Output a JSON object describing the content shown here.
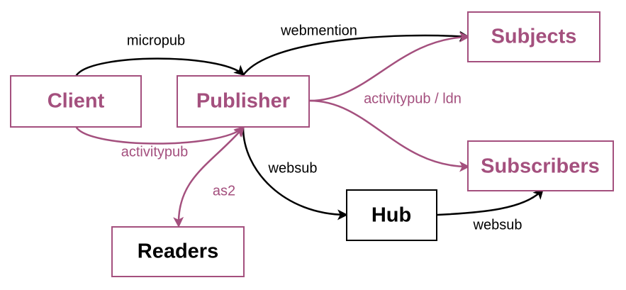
{
  "colors": {
    "accent": "#A4507E",
    "black": "#000000"
  },
  "nodes": {
    "client": {
      "label": "Client",
      "color": "#A4507E",
      "border": "#A4507E"
    },
    "publisher": {
      "label": "Publisher",
      "color": "#A4507E",
      "border": "#A4507E"
    },
    "subjects": {
      "label": "Subjects",
      "color": "#A4507E",
      "border": "#A4507E"
    },
    "subscribers": {
      "label": "Subscribers",
      "color": "#A4507E",
      "border": "#A4507E"
    },
    "hub": {
      "label": "Hub",
      "color": "#000000",
      "border": "#000000"
    },
    "readers": {
      "label": "Readers",
      "color": "#000000",
      "border": "#A4507E"
    }
  },
  "edges": {
    "micropub": {
      "label": "micropub",
      "color": "#000000"
    },
    "activitypub_client": {
      "label": "activitypub",
      "color": "#A4507E"
    },
    "webmention": {
      "label": "webmention",
      "color": "#000000"
    },
    "activitypub_ldn": {
      "label": "activitypub / ldn",
      "color": "#A4507E"
    },
    "websub_publisher_hub": {
      "label": "websub",
      "color": "#000000"
    },
    "websub_hub_subscribers": {
      "label": "websub",
      "color": "#000000"
    },
    "as2": {
      "label": "as2",
      "color": "#A4507E"
    }
  }
}
